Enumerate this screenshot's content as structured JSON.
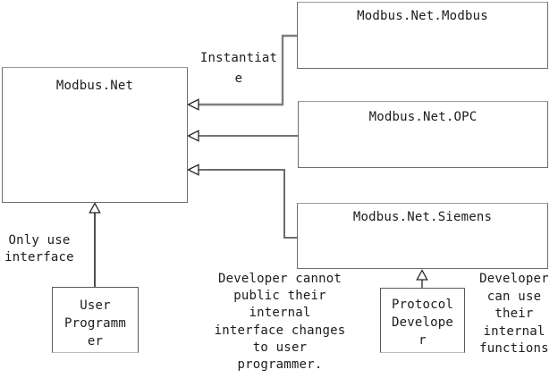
{
  "diagram": {
    "title_context": "Modbus.Net architecture diagram",
    "background_color": "#ffffff",
    "text_color": "#1b1b1b",
    "line_color": "#6e6e6e",
    "boxes": {
      "main": {
        "label": "Modbus.Net"
      },
      "modbus": {
        "label": "Modbus.Net.Modbus"
      },
      "opc": {
        "label": "Modbus.Net.OPC"
      },
      "siemens": {
        "label": "Modbus.Net.Siemens"
      },
      "user_programmer": {
        "label": "User\nProgramm\ner"
      },
      "protocol_developer": {
        "label": "Protocol\nDevelope\nr"
      }
    },
    "annotations": {
      "instantiate": "Instantiat\ne",
      "only_use_interface": "Only use\ninterface",
      "developer_cannot": "Developer cannot\npublic their\ninternal\ninterface changes\nto user\nprogrammer.",
      "developer_can_use": "Developer\ncan use\ntheir\ninternal\nfunctions"
    },
    "relations": [
      {
        "from": "Modbus.Net.Modbus",
        "to": "Modbus.Net",
        "label": "Instantiate"
      },
      {
        "from": "Modbus.Net.OPC",
        "to": "Modbus.Net",
        "label": "Instantiate"
      },
      {
        "from": "Modbus.Net.Siemens",
        "to": "Modbus.Net",
        "label": "Instantiate"
      },
      {
        "from": "User Programmer",
        "to": "Modbus.Net",
        "label": "Only use interface"
      },
      {
        "from": "Protocol Developer",
        "to": "Modbus.Net.Siemens",
        "label": "Developer can use their internal functions"
      }
    ]
  }
}
